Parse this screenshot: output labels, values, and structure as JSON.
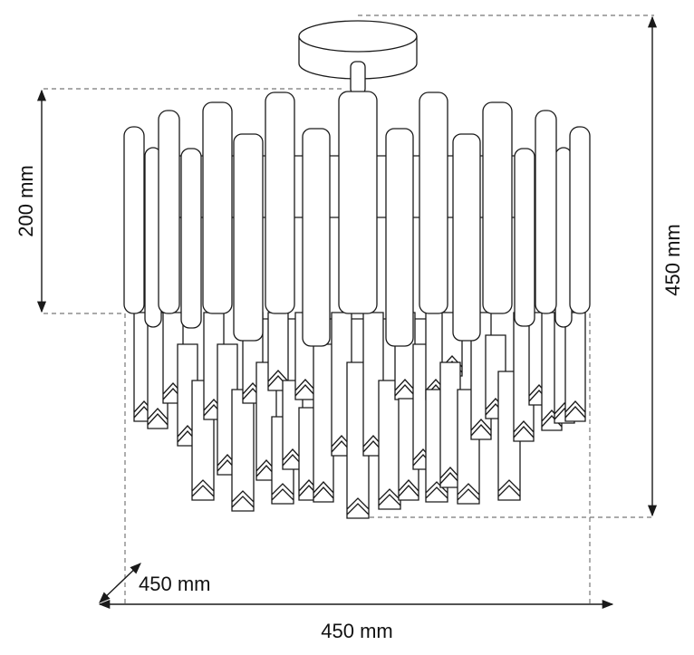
{
  "dimensions": {
    "top_height": "200 mm",
    "total_height": "450 mm",
    "depth": "450 mm",
    "width": "450 mm"
  },
  "colors": {
    "line": "#1a1a1a",
    "dashed": "#777777",
    "background": "#ffffff"
  }
}
